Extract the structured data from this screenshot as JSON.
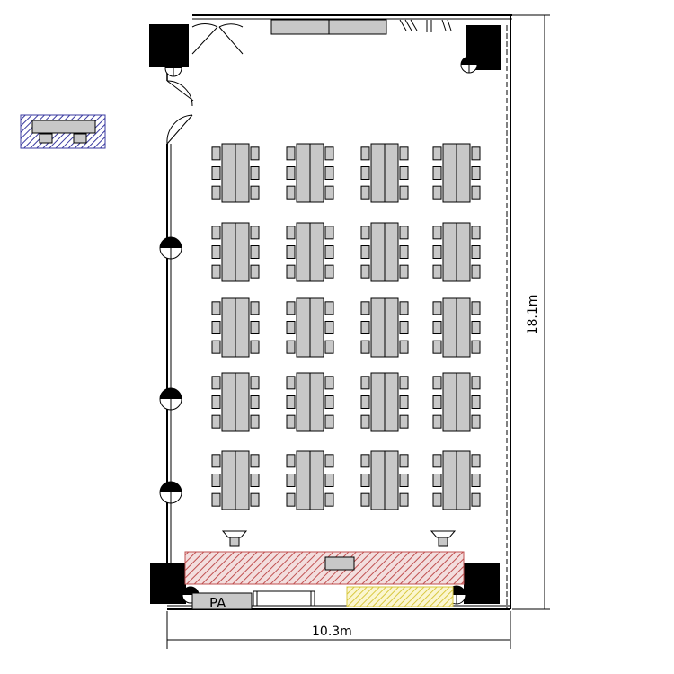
{
  "floor_plan": {
    "width_label": "10.3m",
    "height_label": "18.1m",
    "pa_label": "PA"
  },
  "layout": {
    "table_rows": 5,
    "table_cols": 4,
    "chairs_per_side": 3
  },
  "colors": {
    "wall": "#000000",
    "column": "#000000",
    "table_fill": "#c8c8c8",
    "stage_hatch": "#c05050",
    "stage_fill": "#f3dede",
    "legend_hatch": "#3a3aa0",
    "yellow_hatch": "#d8c840",
    "yellow_fill": "#fbf6d0"
  },
  "icons": {
    "door": "door-swing-icon",
    "speaker": "speaker-icon",
    "light": "wall-light-icon"
  }
}
